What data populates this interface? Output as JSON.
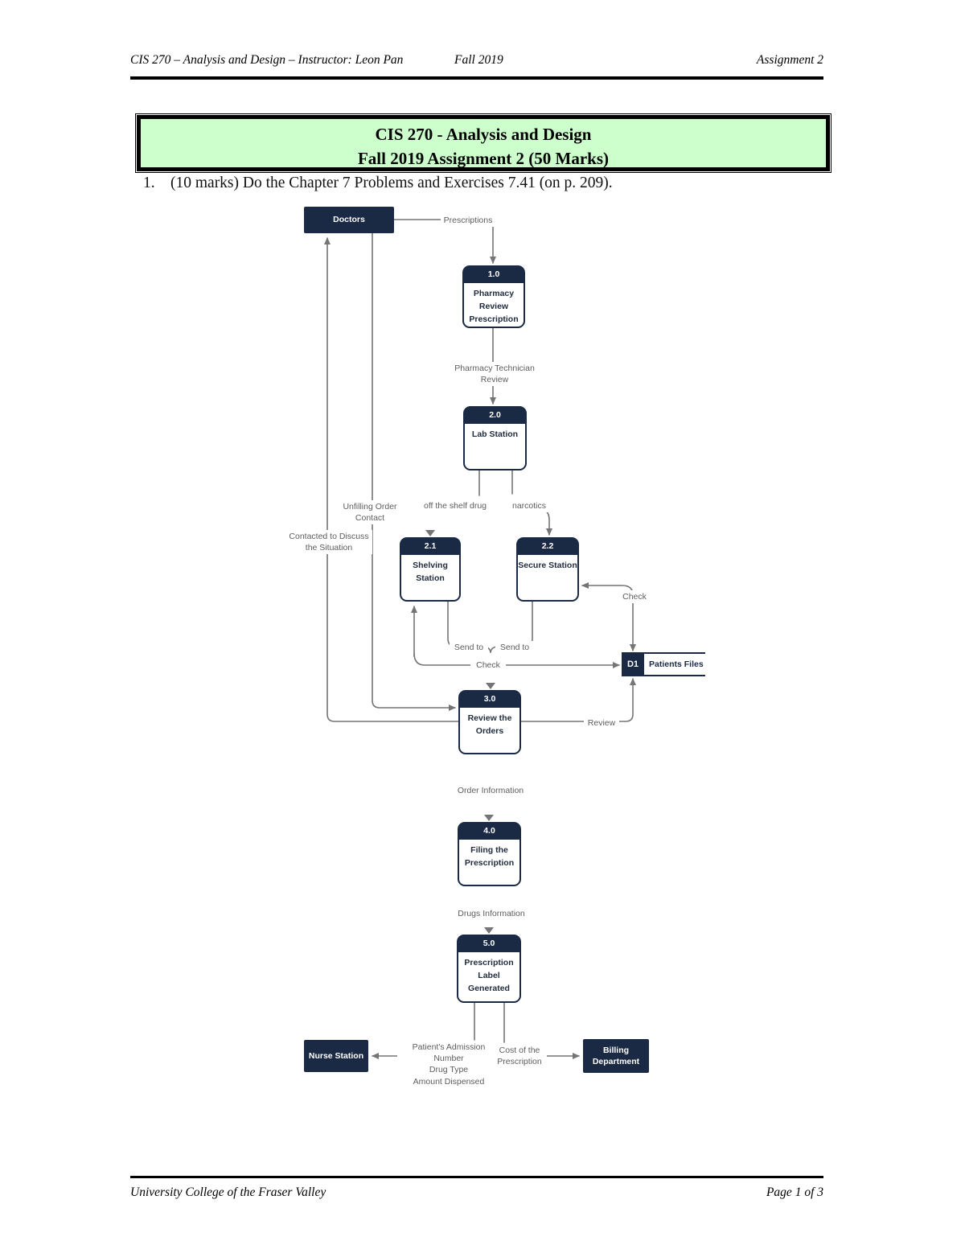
{
  "header": {
    "left": "CIS 270 – Analysis and Design – Instructor: Leon Pan",
    "center": "Fall 2019",
    "right": "Assignment 2"
  },
  "title_box": {
    "line1": "CIS 270 - Analysis and Design",
    "line2": "Fall 2019 Assignment 2 (50 Marks)"
  },
  "question": {
    "number": "1.",
    "text": "(10 marks) Do the Chapter 7 Problems and Exercises 7.41 (on p. 209)."
  },
  "footer": {
    "left": "University College of the Fraser Valley",
    "right": "Page 1 of 3"
  },
  "colors": {
    "node_fill": "#1b2a44",
    "line": "#757575",
    "title_box_bg": "#ccffcc"
  },
  "diagram": {
    "externals": {
      "doctors": "Doctors",
      "nurse_station": "Nurse Station",
      "billing_department": "Billing\nDepartment"
    },
    "processes": {
      "p10": {
        "id": "1.0",
        "name": "Pharmacy\nReview\nPrescription"
      },
      "p20": {
        "id": "2.0",
        "name": "Lab Station"
      },
      "p21": {
        "id": "2.1",
        "name": "Shelving Station"
      },
      "p22": {
        "id": "2.2",
        "name": "Secure Station"
      },
      "p30": {
        "id": "3.0",
        "name": "Review the\nOrders"
      },
      "p40": {
        "id": "4.0",
        "name": "Filing the\nPrescription"
      },
      "p50": {
        "id": "5.0",
        "name": "Prescription\nLabel Generated"
      }
    },
    "data_store": {
      "id": "D1",
      "name": "Patients Files"
    },
    "flow_labels": {
      "prescriptions": "Prescriptions",
      "pharmacy_technician_review": "Pharmacy Technician Review",
      "off_the_shelf_drug": "off the shelf drug",
      "narcotics": "narcotics",
      "unfilling_order_contact": "Unfilling Order\nContact",
      "contacted_to_discuss": "Contacted to Discuss\nthe Situation",
      "check_secure": "Check",
      "send_to_left": "Send to",
      "send_to_right": "Send to",
      "check_shelving": "Check",
      "review": "Review",
      "order_information": "Order Information",
      "drugs_information": "Drugs Information",
      "patient_admission": "Patient's Admission Number\nDrug Type\nAmount Dispensed",
      "cost_of_prescription": "Cost of the\nPrescription"
    }
  }
}
